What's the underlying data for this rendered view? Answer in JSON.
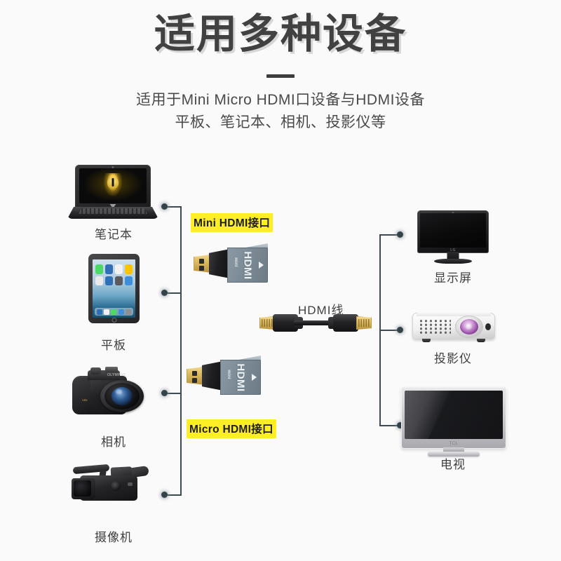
{
  "header": {
    "title": "适用多种设备",
    "subtitle_line1": "适用于Mini Micro HDMI口设备与HDMI设备",
    "subtitle_line2": "平板、笔记本、相机、投影仪等"
  },
  "source_devices": [
    {
      "id": "laptop",
      "label": "笔记本"
    },
    {
      "id": "tablet",
      "label": "平板"
    },
    {
      "id": "camera",
      "label": "相机"
    },
    {
      "id": "camcorder",
      "label": "摄像机"
    }
  ],
  "target_devices": [
    {
      "id": "monitor",
      "label": "显示屏"
    },
    {
      "id": "projector",
      "label": "投影仪"
    },
    {
      "id": "tv",
      "label": "电视"
    }
  ],
  "adapters": [
    {
      "id": "mini",
      "tag": "Mini HDMI接口",
      "port_text": "HDMI",
      "port_prefix": "mini"
    },
    {
      "id": "micro",
      "tag": "Micro HDMI接口",
      "port_text": "HDMI",
      "port_prefix": "mini"
    }
  ],
  "cable": {
    "label": "HDMI线"
  },
  "colors": {
    "background": "#fafafa",
    "title_text": "#414141",
    "title_shadow": "#d7d7d7",
    "body_text": "#3f3f3f",
    "tag_highlight": "#fdee26",
    "tag_text": "#1d1d1d",
    "wire": "#3c4a52",
    "node": "#34424a",
    "adapter_body": "#7e8d98",
    "adapter_gold": "#dcba62"
  }
}
